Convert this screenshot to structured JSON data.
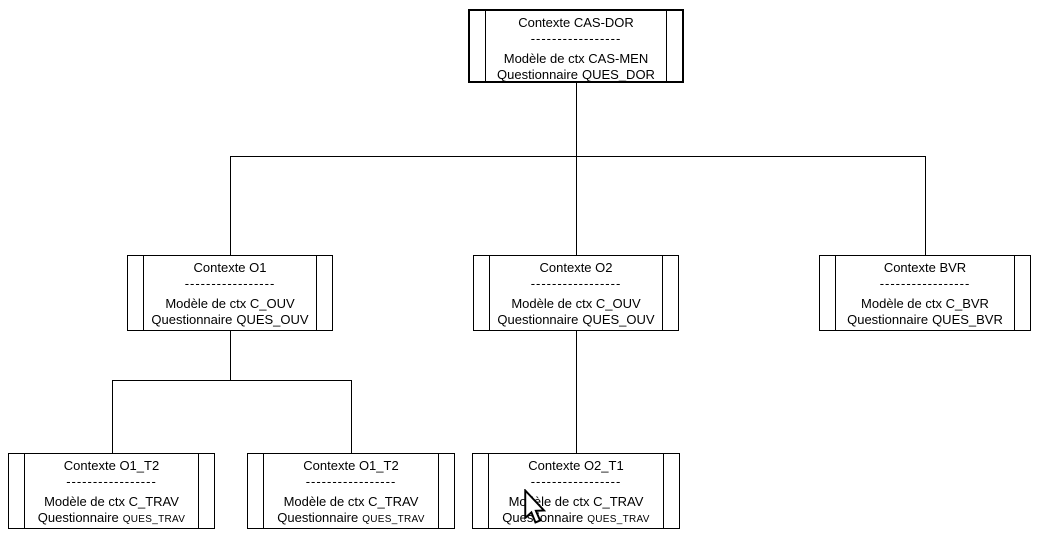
{
  "diagram": {
    "background_color": "#ffffff",
    "line_color": "#000000",
    "cursor_icon": "arrow-pointer",
    "nodes": {
      "root": {
        "title": "Contexte CAS-DOR",
        "separator": "-----------------",
        "model": "Modèle de ctx CAS-MEN",
        "questionnaire_label": "Questionnaire",
        "questionnaire_code": "QUES_DOR"
      },
      "o1": {
        "title": "Contexte O1",
        "separator": "-----------------",
        "model": "Modèle de ctx C_OUV",
        "questionnaire_label": "Questionnaire",
        "questionnaire_code": "QUES_OUV"
      },
      "o2": {
        "title": "Contexte O2",
        "separator": "-----------------",
        "model": "Modèle de ctx C_OUV",
        "questionnaire_label": "Questionnaire",
        "questionnaire_code": "QUES_OUV"
      },
      "bvr": {
        "title": "Contexte BVR",
        "separator": "-----------------",
        "model": "Modèle de ctx C_BVR",
        "questionnaire_label": "Questionnaire",
        "questionnaire_code": "QUES_BVR"
      },
      "o1_t2_a": {
        "title": "Contexte O1_T2",
        "separator": "-----------------",
        "model": "Modèle de ctx C_TRAV",
        "questionnaire_label": "Questionnaire",
        "questionnaire_code": "QUES_TRAV"
      },
      "o1_t2_b": {
        "title": "Contexte O1_T2",
        "separator": "-----------------",
        "model": "Modèle de ctx C_TRAV",
        "questionnaire_label": "Questionnaire",
        "questionnaire_code": "QUES_TRAV"
      },
      "o2_t1": {
        "title": "Contexte O2_T1",
        "separator": "-----------------",
        "model": "Modèle de ctx C_TRAV",
        "questionnaire_label": "Questionnaire",
        "questionnaire_code": "QUES_TRAV"
      }
    }
  }
}
